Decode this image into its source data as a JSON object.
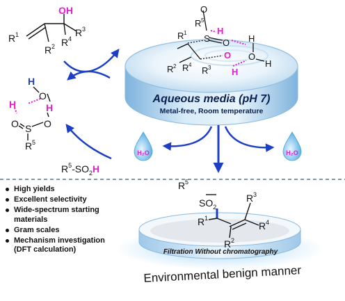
{
  "diagram": {
    "media": {
      "title": "Aqueous media (pH 7)",
      "subtitle": "Metal-free, Room temperature"
    },
    "product_note": "Filtration Without chromatography",
    "footer": "Environmental benign manner",
    "water_drop_label": "H₂O",
    "reagents": {
      "allyl_alcohol": {
        "oh": "OH",
        "r1": "R",
        "r1_sup": "1",
        "r2": "R",
        "r2_sup": "2",
        "r3": "R",
        "r3_sup": "3",
        "r4": "R",
        "r4_sup": "4"
      },
      "sulfinic_acid": {
        "r": "R",
        "r_sup": "5",
        "middle": "-SO",
        "sub": "2",
        "h": "H"
      },
      "water_complex": {
        "h1": "H",
        "o1": "O",
        "h2": "H",
        "o2": "O",
        "s": "S",
        "o3": "O",
        "r": "R",
        "r_sup": "5"
      },
      "transition_state": {
        "o_top": "O",
        "r5": "R",
        "r5_sup": "5",
        "s": "S",
        "h_top": "H",
        "o_eq": "O",
        "r1": "R",
        "r1_sup": "1",
        "o_mid": "O",
        "h_right": "H",
        "o_right": "O",
        "h_far": "H",
        "r2": "R",
        "r2_sup": "2",
        "r4": "R",
        "r4_sup": "4",
        "r3": "R",
        "r3_sup": "3",
        "h_bottom": "H"
      },
      "product": {
        "r5": "R",
        "r5_sup": "5",
        "so": "SO",
        "so_sub": "2",
        "r3": "R",
        "r3_sup": "3",
        "r1": "R",
        "r1_sup": "1",
        "r4": "R",
        "r4_sup": "4",
        "r2": "R",
        "r2_sup": "2"
      }
    },
    "features": [
      "High yields",
      "Excellent selectivity",
      "Wide-spectrum starting materials",
      "Gram scales",
      "Mechanism investigation (DFT calculation)"
    ],
    "colors": {
      "arrow": "#1c3fc4",
      "oxygen_hydrogen": "#e51ccf",
      "divider": "#2a5a8a",
      "media_text": "#0b2050"
    }
  }
}
